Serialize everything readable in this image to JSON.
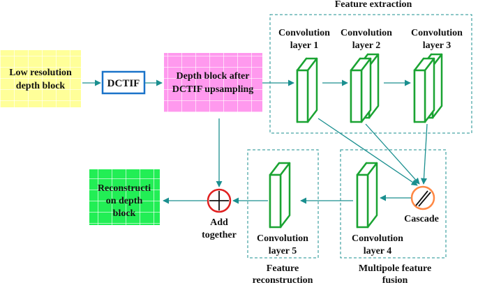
{
  "nodes": {
    "low_res": [
      "Low resolution",
      "depth block"
    ],
    "dctif": "DCTIF",
    "upsampled": [
      "Depth block after",
      "DCTIF upsampling"
    ],
    "reconstruction": [
      "Reconstructi",
      "on depth",
      "block"
    ],
    "add": [
      "Add",
      "together"
    ],
    "cascade": "Cascade"
  },
  "layers": {
    "conv1": [
      "Convolution",
      "layer 1"
    ],
    "conv2": [
      "Convolution",
      "layer 2"
    ],
    "conv3": [
      "Convolution",
      "layer 3"
    ],
    "conv4": [
      "Convolution",
      "layer 4"
    ],
    "conv5": [
      "Convolution",
      "layer 5"
    ]
  },
  "groups": {
    "feature_extraction": "Feature extraction",
    "multipole_fusion": [
      "Multipole feature",
      "fusion"
    ],
    "feature_reconstruction": [
      "Feature",
      "reconstruction"
    ]
  },
  "colors": {
    "low_res_fill": "#ffff99",
    "upsampled_fill": "#ff99ee",
    "reconstruction_fill": "#22ee55",
    "dctif_border": "#1a73c9",
    "layer_green": "#1aa332",
    "arrow_teal": "#1a8f8f",
    "add_red": "#e02020",
    "cascade_orange": "#ff8844"
  }
}
